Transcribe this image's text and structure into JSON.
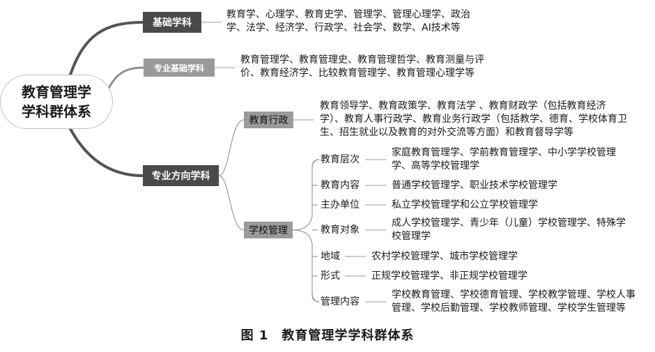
{
  "root": {
    "line1": "教育管理学",
    "line2": "学科群体系"
  },
  "branches": {
    "jichu": {
      "label": "基础学科",
      "desc": [
        "教育学、心理学、教育史学、管理学、管理心理学、政治",
        "学、法学、经济学、行政学、社会学、数学、AI技术等"
      ]
    },
    "zhuanye_jichu": {
      "label": "专业基础学科",
      "desc": [
        "教育管理学、教育管理史、教育管理哲学、教育测量与评",
        "价、教育经济学、比较教育管理学、教育管理心理学等"
      ]
    },
    "fangxiang": {
      "label": "专业方向学科",
      "xingzheng": {
        "label": "教育行政",
        "desc": [
          "教育领导学、教育政策学、教育法学 、教育财政学（包括教育经济",
          "学）、教育人事行政学、教育业务行政学（包括教学、德育、学校体育卫",
          "生、招生就业以及教育的对外交流等方面）和教育督导学等"
        ]
      },
      "xuexiao": {
        "label": "学校管理",
        "items": [
          {
            "label": "教育层次",
            "desc": [
              "家庭教育管理学、学前教育管理学、中小学学校管理",
              "学、高等学校管理学"
            ]
          },
          {
            "label": "教育内容",
            "desc": [
              "普通学校管理学、职业技术学校管理学"
            ]
          },
          {
            "label": "主办单位",
            "desc": [
              "私立学校管理学和公立学校管理学"
            ]
          },
          {
            "label": "教育对象",
            "desc": [
              "成人学校管理学、青少年（儿童）学校管理学、特殊学",
              "校管理学"
            ]
          },
          {
            "label": "地域",
            "desc": [
              "农村学校管理学、城市学校管理学"
            ]
          },
          {
            "label": "形式",
            "desc": [
              "正规学校管理学、非正规学校管理学"
            ]
          },
          {
            "label": "管理内容",
            "desc": [
              "学校教育管理、学校德育管理、学校教学管理、学校人事",
              "管理、学校后勤管理、学校教师管理、学校学生管理等"
            ]
          }
        ]
      }
    }
  },
  "caption": "图 1　教育管理学学科群体系",
  "colors": {
    "dark": "#4a4a4a",
    "mid": "#9a9a9a",
    "line": "#8a8a8a"
  }
}
